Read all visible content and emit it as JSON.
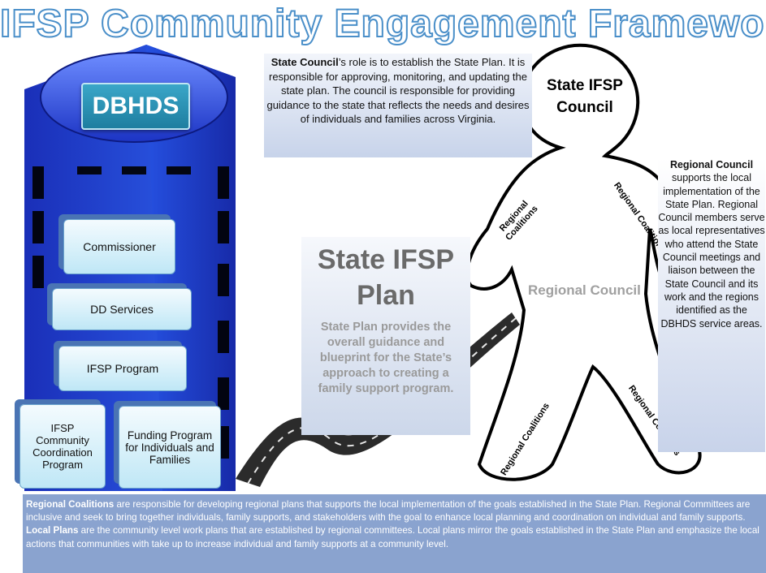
{
  "title": "IFSP Community Engagement Framework",
  "building": {
    "label": "DBHDS",
    "boxes": {
      "commissioner": "Commissioner",
      "dd_services": "DD Services",
      "ifsp_program": "IFSP Program",
      "coordination": "IFSP Community Coordination Program",
      "funding": "Funding Program for Individuals and Families"
    }
  },
  "state_council": {
    "title": "State IFSP Council",
    "desc_bold": "State Council",
    "desc_rest": "’s role is to establish the State Plan. It is responsible for approving, monitoring, and updating the state plan. The council is responsible for providing guidance to the state that reflects the needs and desires of individuals and families across Virginia."
  },
  "plan": {
    "title": "State IFSP Plan",
    "desc": "State Plan provides the overall guidance and blueprint for the State’s approach to creating a family support program."
  },
  "figure": {
    "center_label": "Regional Council",
    "coalition_label": "Regional Coalitions",
    "coalition_label_split": "Regional Coalitions"
  },
  "regional_council": {
    "bold": "Regional Council",
    "rest": " supports the local implementation of the State Plan. Regional Council members serve as local representatives who attend the State Council meetings and liaison between the State Council and its work and the regions identified as the DBHDS service areas."
  },
  "bottom": {
    "coalitions_bold": "Regional Coalitions",
    "coalitions_rest": " are responsible for developing regional plans that supports the local implementation of the goals established in the State Plan. Regional Committees are inclusive and seek to bring together individuals, family supports, and stakeholders with the goal to enhance local planning and coordination on individual and family supports.",
    "local_bold": "Local Plans",
    "local_rest": " are the community level work plans that are established by regional committees. Local plans mirror the goals established in the State Plan and emphasize the local actions that communities with take up to increase individual and family supports at a community level."
  },
  "colors": {
    "building_blue": "#1f3fd0",
    "title_stroke": "#4a8fc9",
    "bottom_band": "#8aa3cf"
  }
}
